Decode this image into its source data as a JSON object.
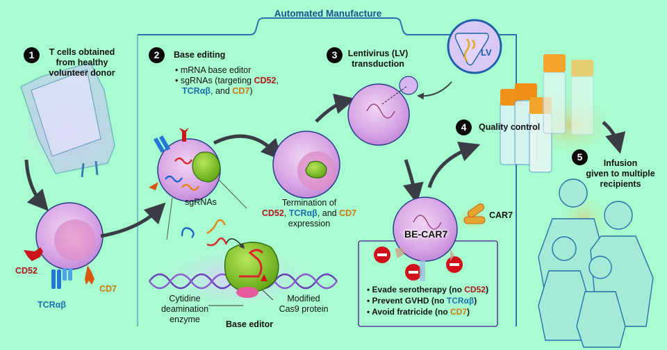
{
  "figure": {
    "panel_title": "Automated Manufacture",
    "background_color": "#a8fdd0",
    "colors": {
      "cd52": "#b3141a",
      "tcr": "#1b6fb0",
      "cd7": "#d4760b",
      "panel_border": "#2f6fae",
      "cell": "#d7a3e6",
      "cas9": "#7cc21f",
      "inhibit": "#d0101a"
    }
  },
  "steps": [
    {
      "number": "1",
      "title_lines": [
        "T cells obtained",
        "from healthy",
        "volunteer donor"
      ]
    },
    {
      "number": "2",
      "title": "Base editing",
      "bullets": [
        "mRNA base editor",
        "sgRNAs (targeting"
      ],
      "targets_line": {
        "a": "CD52",
        "sep1": ",",
        "b": "TCRαβ",
        "sep2": ", and ",
        "c": "CD7",
        "end": ")"
      }
    },
    {
      "number": "3",
      "title_lines": [
        "Lentivirus (LV)",
        "transduction"
      ]
    },
    {
      "number": "4",
      "title": "Quality control"
    },
    {
      "number": "5",
      "title_lines": [
        "Infusion",
        "given to multiple",
        "recipients"
      ]
    }
  ],
  "labels": {
    "cd52": "CD52",
    "tcr": "TCRαβ",
    "cd7": "CD7",
    "lv": "LV",
    "sgrnas": "sgRNAs",
    "termination": {
      "line1": "Termination of",
      "sep1": ", ",
      "sep2": ", and ",
      "line3": "expression"
    },
    "cytidine": [
      "Cytidine",
      "deamination",
      "enzyme"
    ],
    "cas9": [
      "Modified",
      "Cas9 protein"
    ],
    "base_editor": "Base editor",
    "car7": "CAR7",
    "be_car7": "BE-CAR7"
  },
  "outcomes": [
    {
      "prefix": "Evade serotherapy (no ",
      "target": "CD52",
      "suffix": ")",
      "color_key": "cd52"
    },
    {
      "prefix": "Prevent GVHD (no ",
      "target": "TCRαβ",
      "suffix": ")",
      "color_key": "tcr"
    },
    {
      "prefix": "Avoid fratricide (no ",
      "target": "CD7",
      "suffix": ")",
      "color_key": "cd7"
    }
  ]
}
